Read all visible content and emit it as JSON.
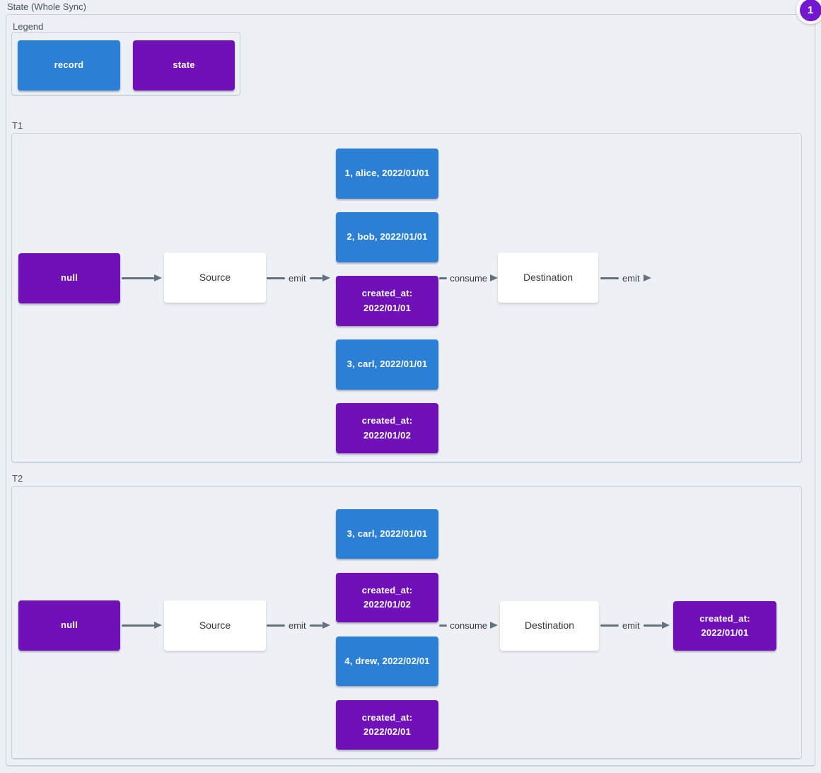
{
  "title": "State (Whole Sync)",
  "badge": {
    "value": "1"
  },
  "colors": {
    "record": "#2b80d6",
    "state": "#6f11b7",
    "badge": "#7418cf",
    "edge": "#66717f"
  },
  "legend": {
    "label": "Legend",
    "items": [
      {
        "label": "record",
        "kind": "record"
      },
      {
        "label": "state",
        "kind": "state"
      }
    ]
  },
  "sections": {
    "t1": {
      "label": "T1",
      "nodes": {
        "null": "null",
        "source": "Source",
        "destination": "Destination"
      },
      "edge_labels": [
        "emit",
        "consume",
        "emit"
      ],
      "stack": [
        {
          "label": "1, alice, 2022/01/01",
          "kind": "record"
        },
        {
          "label": "2, bob, 2022/01/01",
          "kind": "record"
        },
        {
          "label": "created_at: 2022/01/01",
          "kind": "state"
        },
        {
          "label": "3, carl, 2022/01/01",
          "kind": "record"
        },
        {
          "label": "created_at: 2022/01/02",
          "kind": "state"
        }
      ]
    },
    "t2": {
      "label": "T2",
      "nodes": {
        "null": "null",
        "source": "Source",
        "destination": "Destination"
      },
      "edge_labels": [
        "emit",
        "consume",
        "emit"
      ],
      "stack": [
        {
          "label": "3, carl, 2022/01/01",
          "kind": "record"
        },
        {
          "label": "created_at: 2022/01/02",
          "kind": "state"
        },
        {
          "label": "4, drew, 2022/02/01",
          "kind": "record"
        },
        {
          "label": "created_at: 2022/02/01",
          "kind": "state"
        }
      ],
      "final_state": "created_at: 2022/01/01"
    }
  }
}
